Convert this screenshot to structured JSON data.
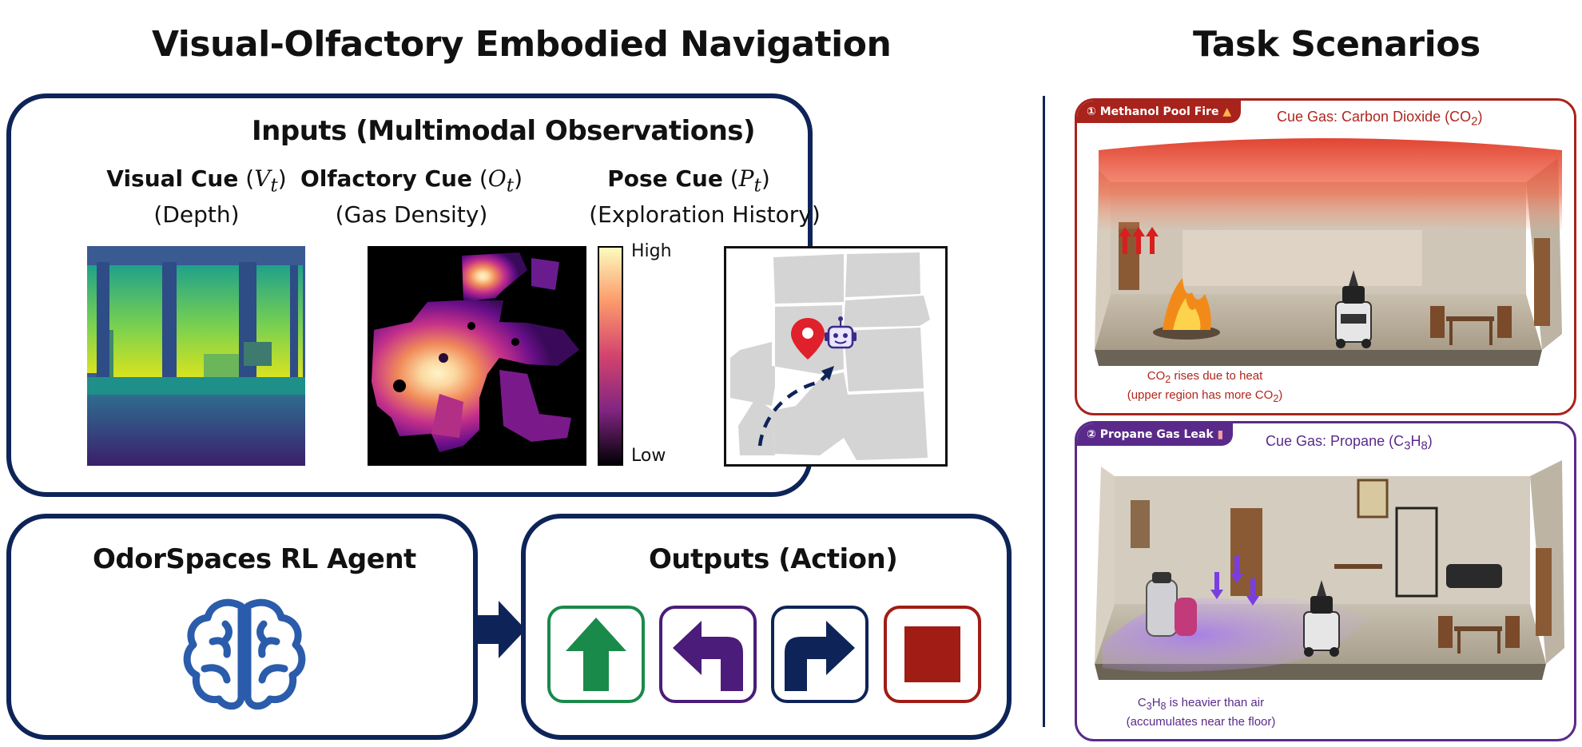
{
  "left": {
    "title": "Visual-Olfactory Embodied Navigation",
    "inputs": {
      "title": "Inputs (Multimodal Observations)",
      "visual": {
        "name": "Visual Cue",
        "symbol": "V",
        "sub": "t",
        "desc": "(Depth)"
      },
      "olfactory": {
        "name": "Olfactory Cue",
        "symbol": "O",
        "sub": "t",
        "desc": "(Gas Density)"
      },
      "pose": {
        "name": "Pose Cue",
        "symbol": "P",
        "sub": "t",
        "desc": "(Exploration History)"
      },
      "colorbar": {
        "high": "High",
        "low": "Low"
      }
    },
    "agent": {
      "title": "OdorSpaces RL Agent",
      "icon": "brain-icon"
    },
    "outputs": {
      "title": "Outputs (Action)",
      "actions": [
        {
          "icon": "arrow-up-icon",
          "color": "#1a8a4a"
        },
        {
          "icon": "turn-left-icon",
          "color": "#4b1c7a"
        },
        {
          "icon": "turn-right-icon",
          "color": "#0e2459"
        },
        {
          "icon": "stop-icon",
          "color": "#a01c14"
        }
      ]
    }
  },
  "right": {
    "title": "Task Scenarios",
    "scenarios": [
      {
        "number": "①",
        "label": "Methanol Pool Fire",
        "cue_prefix": "Cue Gas: Carbon Dioxide (CO",
        "cue_sub": "2",
        "cue_suffix": ")",
        "note_line1_pre": "CO",
        "note_line1_sub": "2",
        "note_line1_post": " rises due to heat",
        "note_line2_pre": "(upper region has more CO",
        "note_line2_sub": "2",
        "note_line2_post": ")",
        "color": "#a8231c"
      },
      {
        "number": "②",
        "label": "Propane Gas Leak",
        "cue_prefix": "Cue Gas: Propane (C",
        "cue_sub1": "3",
        "cue_mid": "H",
        "cue_sub2": "8",
        "cue_suffix": ")",
        "note_line1_pre": "C",
        "note_line1_sub1": "3",
        "note_line1_mid": "H",
        "note_line1_sub2": "8",
        "note_line1_post": " is heavier than air",
        "note_line2": "(accumulates near the floor)",
        "color": "#5a2a8a"
      }
    ]
  }
}
